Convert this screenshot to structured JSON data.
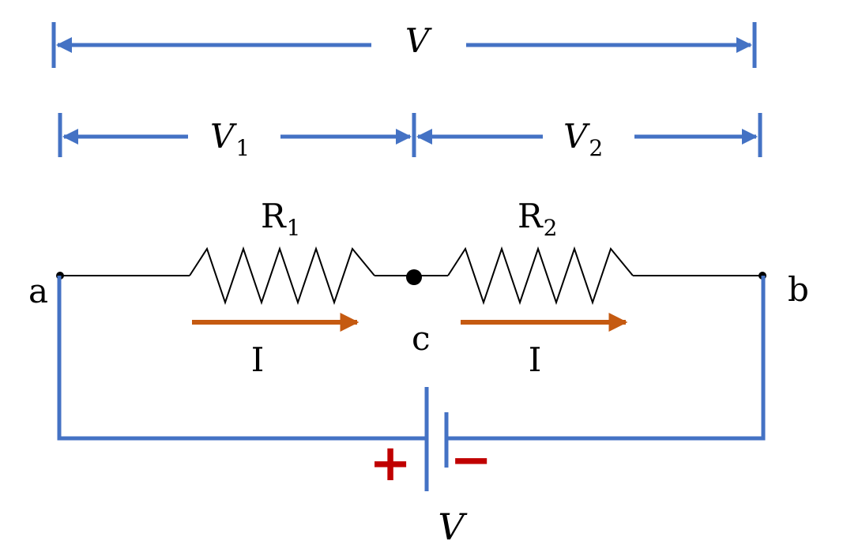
{
  "labels": {
    "total_voltage": "V",
    "v1": "V",
    "v1_sub": "1",
    "v2": "V",
    "v2_sub": "2",
    "r1": "R",
    "r1_sub": "1",
    "r2": "R",
    "r2_sub": "2",
    "node_a": "a",
    "node_b": "b",
    "node_c": "c",
    "current_1": "I",
    "current_2": "I",
    "battery_plus": "+",
    "battery_minus": "−",
    "battery_voltage": "V"
  },
  "colors": {
    "wire_blue": "#4472C4",
    "current_orange": "#C55A11",
    "polarity_red": "#C00000",
    "ink": "#000000"
  }
}
